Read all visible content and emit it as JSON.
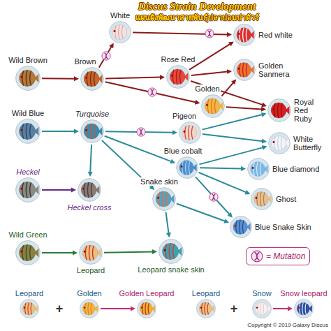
{
  "diagram": {
    "title": "Discus Strain Development",
    "nodes": [
      {
        "text": [
          "Wild Brown"
        ]
      },
      {
        "text": [
          "Brown"
        ]
      },
      {
        "text": [
          "White"
        ]
      },
      {
        "text": [
          "Rose Red"
        ]
      },
      {
        "text": [
          "Red white"
        ]
      },
      {
        "text": [
          "Golden Sanmera"
        ]
      },
      {
        "text": [
          "Golden"
        ]
      },
      {
        "text": [
          "Royal Red Ruby"
        ]
      },
      {
        "text": [
          "Wild Blue"
        ]
      },
      {
        "text": [
          "Turquoise"
        ]
      },
      {
        "text": [
          "Pigeon"
        ]
      },
      {
        "text": [
          "White Butterfly"
        ]
      },
      {
        "text": [
          "Blue cobalt"
        ]
      },
      {
        "text": [
          "Blue diamond"
        ]
      },
      {
        "text": [
          "Heckel"
        ]
      },
      {
        "text": [
          "Heckel cross"
        ]
      },
      {
        "text": [
          "Snake skin"
        ]
      },
      {
        "text": [
          "Ghost"
        ]
      },
      {
        "text": [
          "Blue Snake Skin"
        ]
      },
      {
        "text": [
          "Wild Green"
        ]
      },
      {
        "text": [
          "Leopard"
        ]
      },
      {
        "text": [
          "Leopard snake skin"
        ]
      },
      {
        "text": [
          "Leopard"
        ]
      },
      {
        "text": [
          "Golden"
        ]
      },
      {
        "text": [
          "Golden Leopard"
        ]
      },
      {
        "text": [
          "Leopard"
        ]
      },
      {
        "text": [
          "Snow"
        ]
      },
      {
        "text": [
          "Snow leopard"
        ]
      }
    ],
    "edges": [
      {
        "from": 0,
        "to": 1,
        "arrow": "to"
      },
      {
        "from": 1,
        "to": 2,
        "arrow": "to"
      },
      {
        "from": 1,
        "to": 3,
        "arrow": "to"
      },
      {
        "from": 1,
        "to": 6,
        "arrow": "to"
      },
      {
        "from": 2,
        "to": 4,
        "arrow": "to"
      },
      {
        "from": 3,
        "to": 4,
        "arrow": "to"
      },
      {
        "from": 3,
        "to": 5,
        "arrow": "to"
      },
      {
        "from": 3,
        "to": 7,
        "arrow": "to"
      },
      {
        "from": 6,
        "to": 5,
        "arrow": "to"
      },
      {
        "from": 6,
        "to": 7,
        "arrow": "to"
      },
      {
        "from": 8,
        "to": 9,
        "arrow": "to"
      },
      {
        "from": 9,
        "to": 10,
        "arrow": "to"
      },
      {
        "from": 9,
        "to": 12,
        "arrow": "to"
      },
      {
        "from": 9,
        "to": 16,
        "arrow": "to"
      },
      {
        "from": 9,
        "to": 15,
        "arrow": "to"
      },
      {
        "from": 14,
        "to": 15,
        "arrow": "to"
      },
      {
        "from": 10,
        "to": 11,
        "arrow": "to"
      },
      {
        "from": 10,
        "to": 7,
        "arrow": "to"
      },
      {
        "from": 12,
        "to": 11,
        "arrow": "to"
      },
      {
        "from": 12,
        "to": 13,
        "arrow": "to"
      },
      {
        "from": 12,
        "to": 17,
        "arrow": "to"
      },
      {
        "from": 12,
        "to": 18,
        "arrow": "to"
      },
      {
        "from": 16,
        "to": 18,
        "arrow": "to"
      },
      {
        "from": 16,
        "to": 21,
        "arrow": "to"
      },
      {
        "from": 19,
        "to": 20,
        "arrow": "to"
      },
      {
        "from": 20,
        "to": 21,
        "arrow": "to"
      },
      {
        "from": 23,
        "to": 24,
        "arrow": "to"
      },
      {
        "from": 26,
        "to": 27,
        "arrow": "to"
      }
    ],
    "labels": [
      "แผนผังพัฒนาสายพันธุ์ปลาปอมปาดัวร์",
      "+",
      "+",
      "Copyright © 2019 Galaxy Discus"
    ],
    "legend": [
      {
        "text": "= Mutation"
      }
    ]
  }
}
